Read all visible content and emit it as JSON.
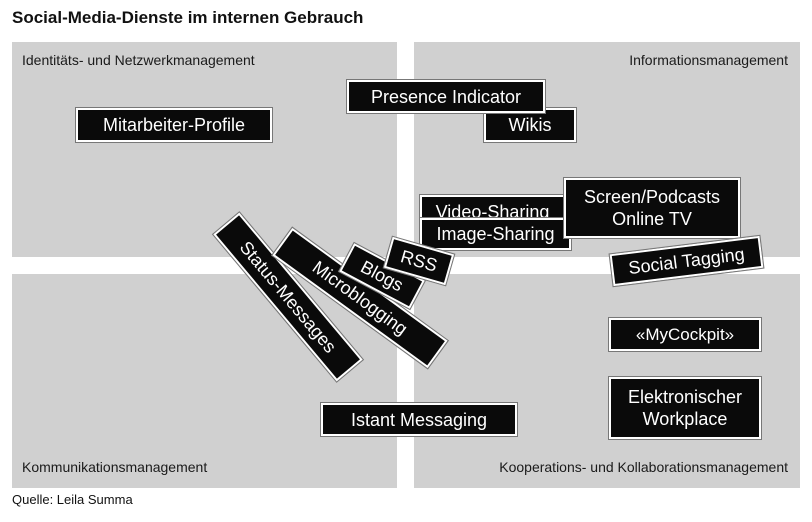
{
  "title": "Social-Media-Dienste im internen Gebrauch",
  "quadrants": {
    "top_left": "Identitäts- und Netzwerkmanagement",
    "top_right": "Informationsmanagement",
    "bottom_left": "Kommunikationsmanagement",
    "bottom_right": "Kooperations- und Kollaborationsmanagement"
  },
  "tags": {
    "mitarbeiter_profile": "Mitarbeiter-Profile",
    "presence_indicator": "Presence Indicator",
    "wikis": "Wikis",
    "video_sharing": "Video-Sharing",
    "image_sharing": "Image-Sharing",
    "screen_podcasts_line1": "Screen/Podcasts",
    "screen_podcasts_line2": "Online TV",
    "social_tagging": "Social Tagging",
    "rss": "RSS",
    "blogs": "Blogs",
    "microblogging": "Microblogging",
    "status_messages": "Status-Messages",
    "mycockpit": "«MyCockpit»",
    "istant_messaging": "Istant Messaging",
    "elektronischer_workplace_line1": "Elektronischer",
    "elektronischer_workplace_line2": "Workplace"
  },
  "source": "Quelle: Leila Summa"
}
